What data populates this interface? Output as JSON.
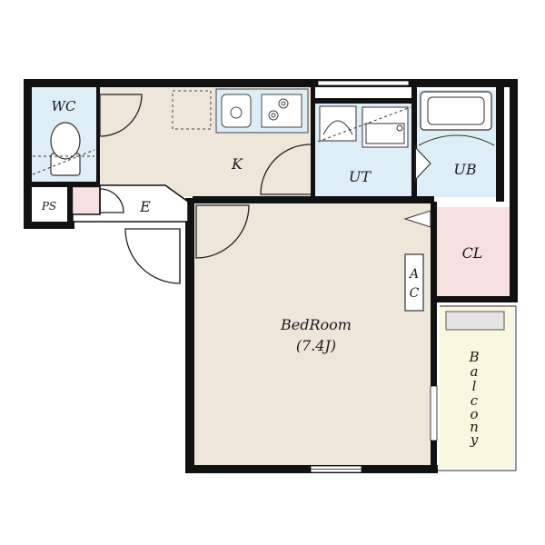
{
  "rooms": {
    "wc": "WC",
    "ps": "PS",
    "kitchen": "K",
    "entrance": "E",
    "utility": "UT",
    "bath": "UB",
    "closet": "CL",
    "ac": [
      "A",
      "C"
    ],
    "bedroom_name": "BedRoom",
    "bedroom_size": "(7.4J)",
    "balcony": [
      "B",
      "a",
      "l",
      "c",
      "o",
      "n",
      "y"
    ]
  },
  "colors": {
    "wall": "#111111",
    "wet_area": "#deeef6",
    "living_floor": "#efe6da",
    "closet": "#f6e0e0",
    "balcony": "#f9f7de",
    "entrance": "#ffffff"
  }
}
